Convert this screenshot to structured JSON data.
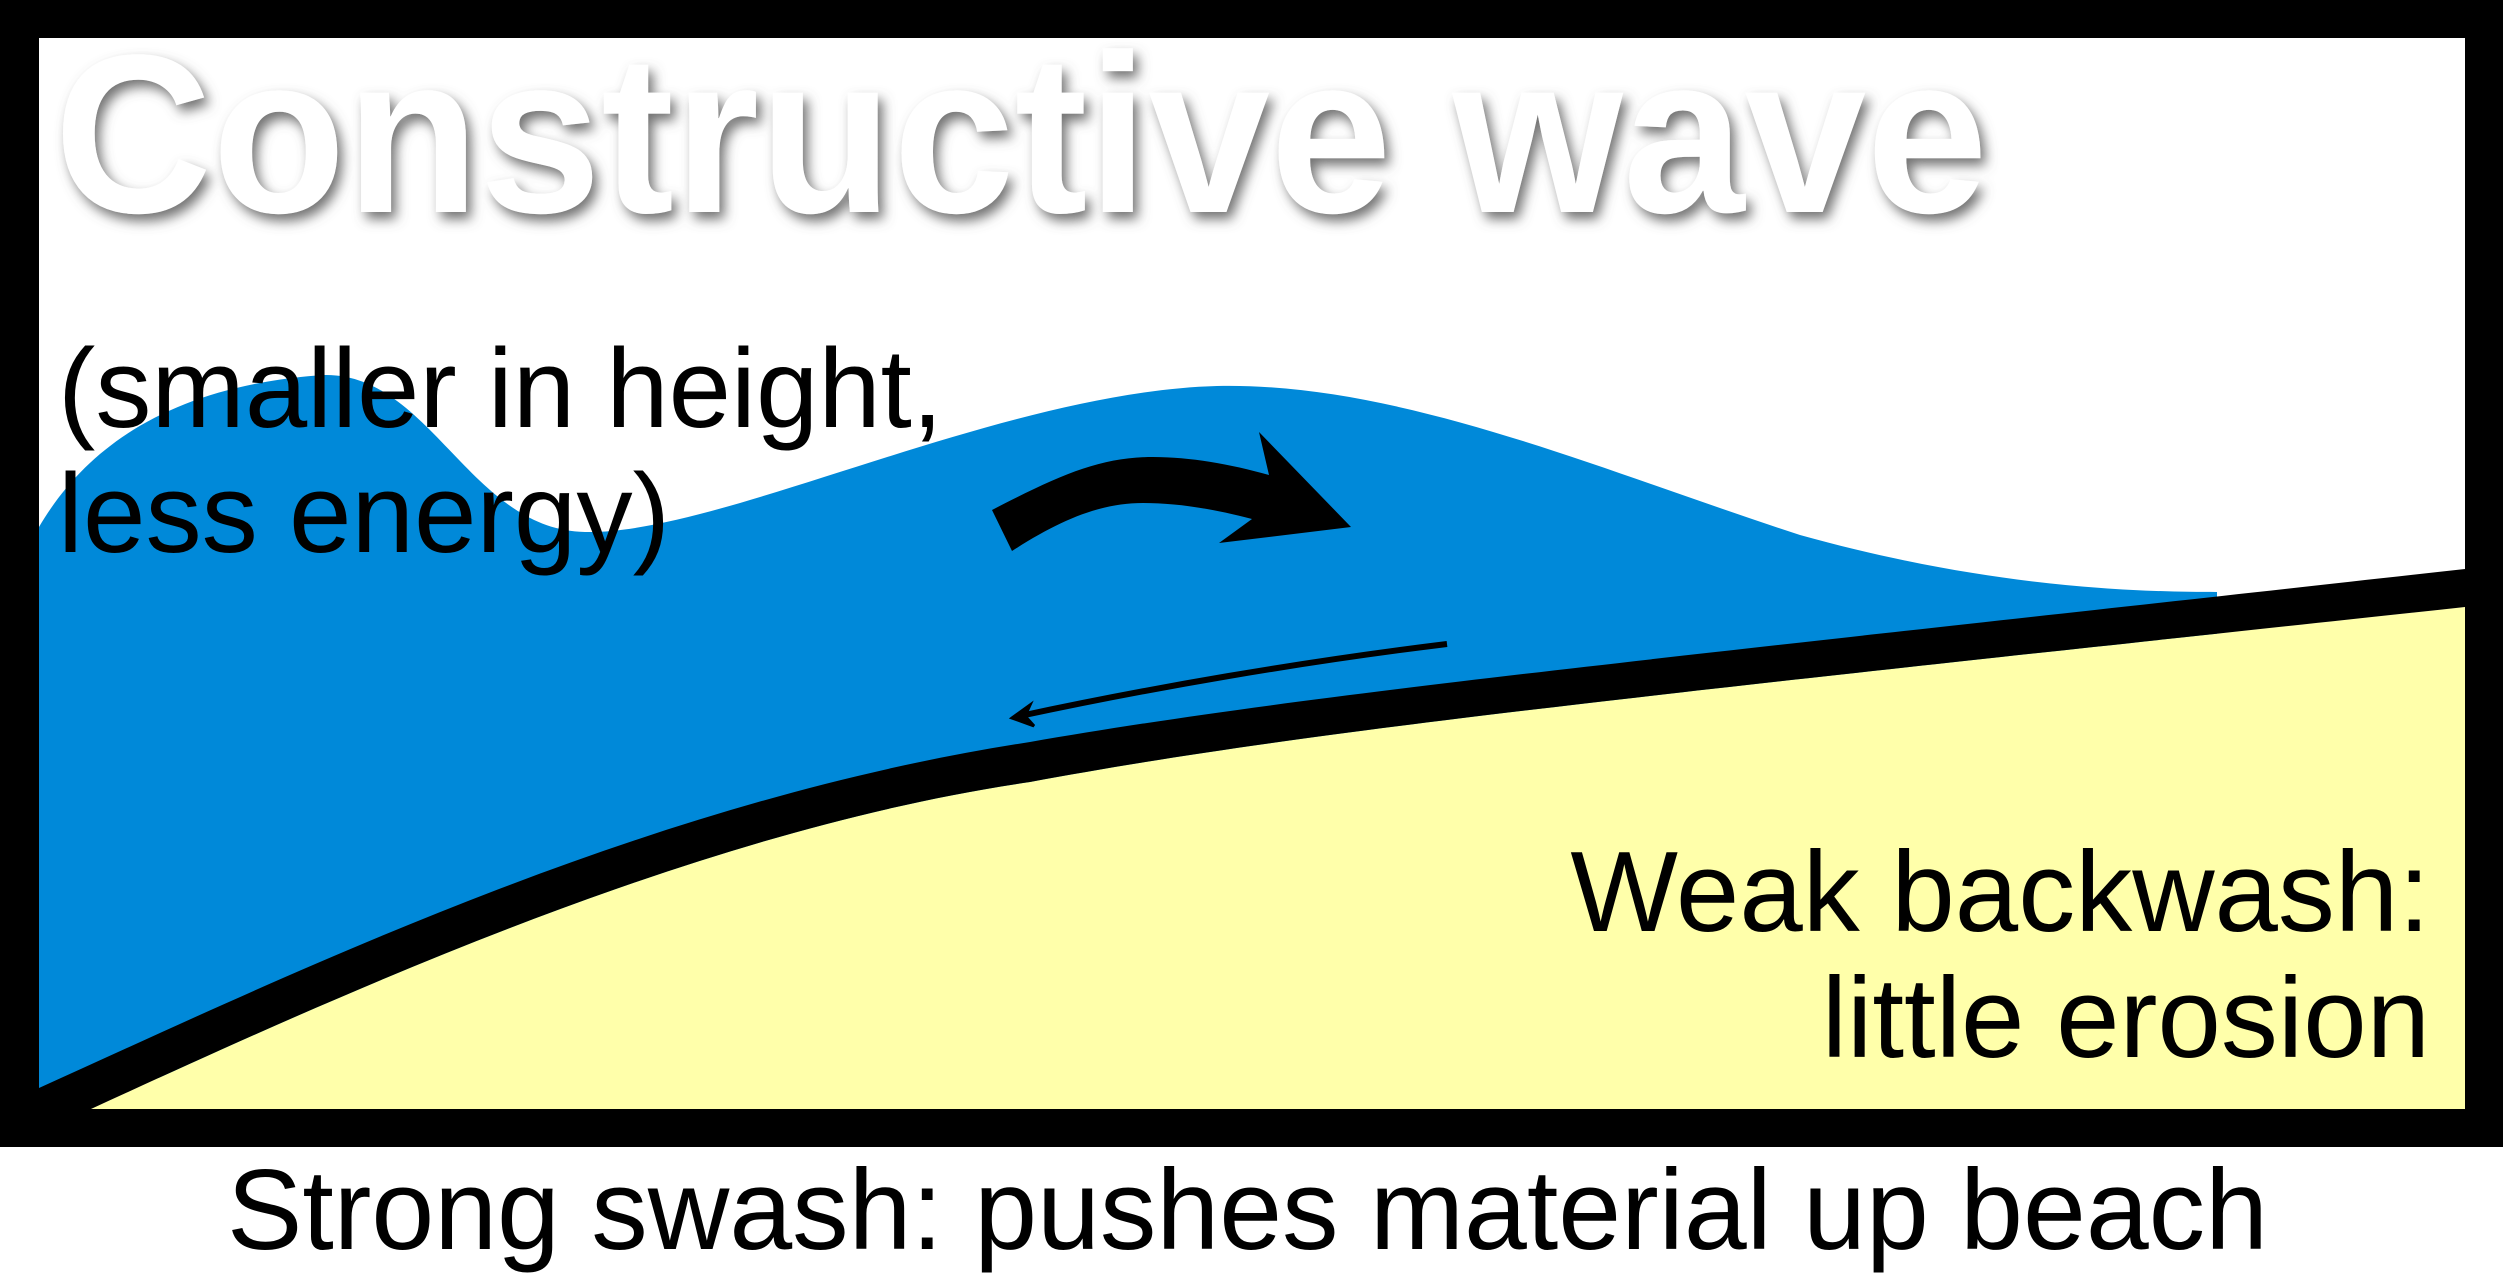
{
  "diagram": {
    "title": "Constructive wave",
    "subtitle_lines": [
      "(smaller in height,",
      "less energy)"
    ],
    "backwash_lines": [
      "Weak backwash:",
      "little erosion"
    ],
    "caption": "Strong swash: pushes material up beach",
    "legend": {
      "swash_arrow": "swash-arrow",
      "backwash_arrow": "backwash-arrow"
    },
    "colors": {
      "water": "#0089D9",
      "sand": "#FFFFAA",
      "border": "#000000",
      "background": "#FFFFFF",
      "title_fill": "#FFFFFF",
      "title_shadow": "#6e6e6e",
      "text": "#000000"
    }
  }
}
